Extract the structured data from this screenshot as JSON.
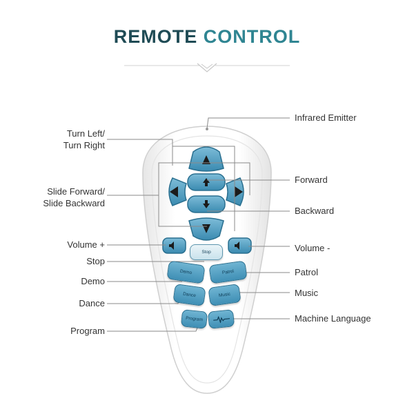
{
  "title": {
    "part1": "REMOTE CONTROL"
  },
  "labels": {
    "infrared_emitter": "Infrared Emitter",
    "turn_left_line1": "Turn Left/",
    "turn_left_line2": "Turn Right",
    "forward": "Forward",
    "slide_line1": "Slide Forward/",
    "slide_line2": "Slide Backward",
    "backward": "Backward",
    "volume_up": "Volume +",
    "volume_down": "Volume -",
    "stop": "Stop",
    "patrol": "Patrol",
    "demo": "Demo",
    "music": "Music",
    "dance": "Dance",
    "machine_language": "Machine Language",
    "program": "Program"
  },
  "buttons": {
    "stop": "Stop",
    "demo": "Demo",
    "patrol": "Patrol",
    "dance": "Dance",
    "music": "Music",
    "program": "Program"
  },
  "colors": {
    "title_dark": "#1f4b55",
    "title_teal": "#2f8592",
    "button_blue": "#4f9cc0"
  }
}
